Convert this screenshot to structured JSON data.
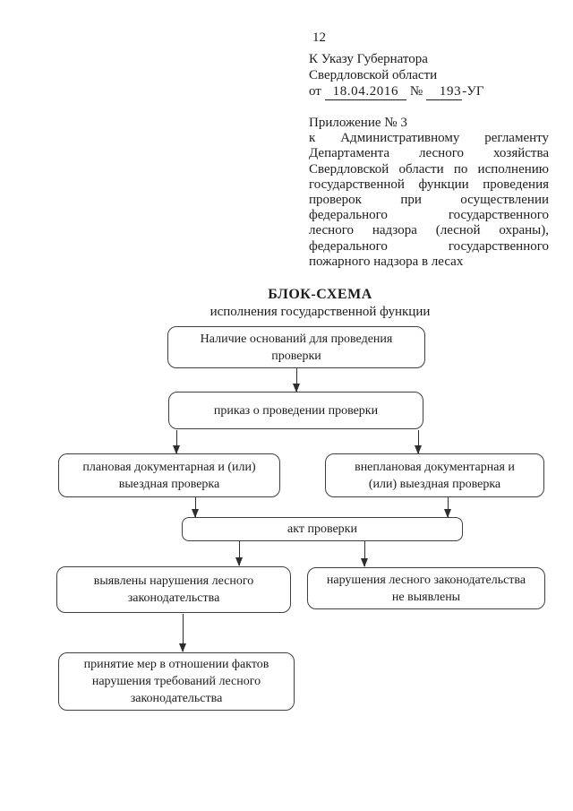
{
  "page": {
    "number": "12"
  },
  "decree_reference": {
    "lines": [
      "К Указу Губернатора",
      "Свердловской области"
    ],
    "date_line": {
      "prefix": "от",
      "date": "18.04.2016",
      "number_sign": "№",
      "number": "193",
      "suffix": "-УГ"
    }
  },
  "appendix": {
    "lines": [
      "Приложение № 3",
      "к Административному регламенту",
      "Департамента лесного хозяйства",
      "Свердловской области по исполнению",
      "государственной функции проведения",
      "проверок при осуществлении",
      "федерального государственного",
      "лесного надзора (лесной охраны),",
      "федерального государственного",
      "пожарного надзора в лесах"
    ]
  },
  "flowchart": {
    "title": "БЛОК-СХЕМА",
    "subtitle": "исполнения государственной функции",
    "boxes": [
      {
        "name": "grounds",
        "lines": [
          "Наличие оснований для проведения",
          "проверки"
        ]
      },
      {
        "name": "order",
        "lines": [
          "приказ о проведении проверки"
        ]
      },
      {
        "name": "planned-check",
        "lines": [
          "плановая документарная и (или)",
          "выездная проверка"
        ]
      },
      {
        "name": "unplanned-check",
        "lines": [
          "внеплановая документарная и",
          "(или) выездная проверка"
        ]
      },
      {
        "name": "inspection-act",
        "lines": [
          "акт проверки"
        ]
      },
      {
        "name": "violations-found",
        "lines": [
          "выявлены нарушения лесного",
          "законодательства"
        ]
      },
      {
        "name": "no-violations-found",
        "lines": [
          "нарушения лесного законодательства",
          "не выявлены"
        ]
      },
      {
        "name": "measures-taken",
        "lines": [
          "принятие мер в отношении фактов",
          "нарушения требований лесного",
          "законодательства"
        ]
      }
    ]
  },
  "colors": {
    "ink": "#1c1c1c",
    "box_border": "#3f3f3f",
    "background": "#ffffff"
  }
}
